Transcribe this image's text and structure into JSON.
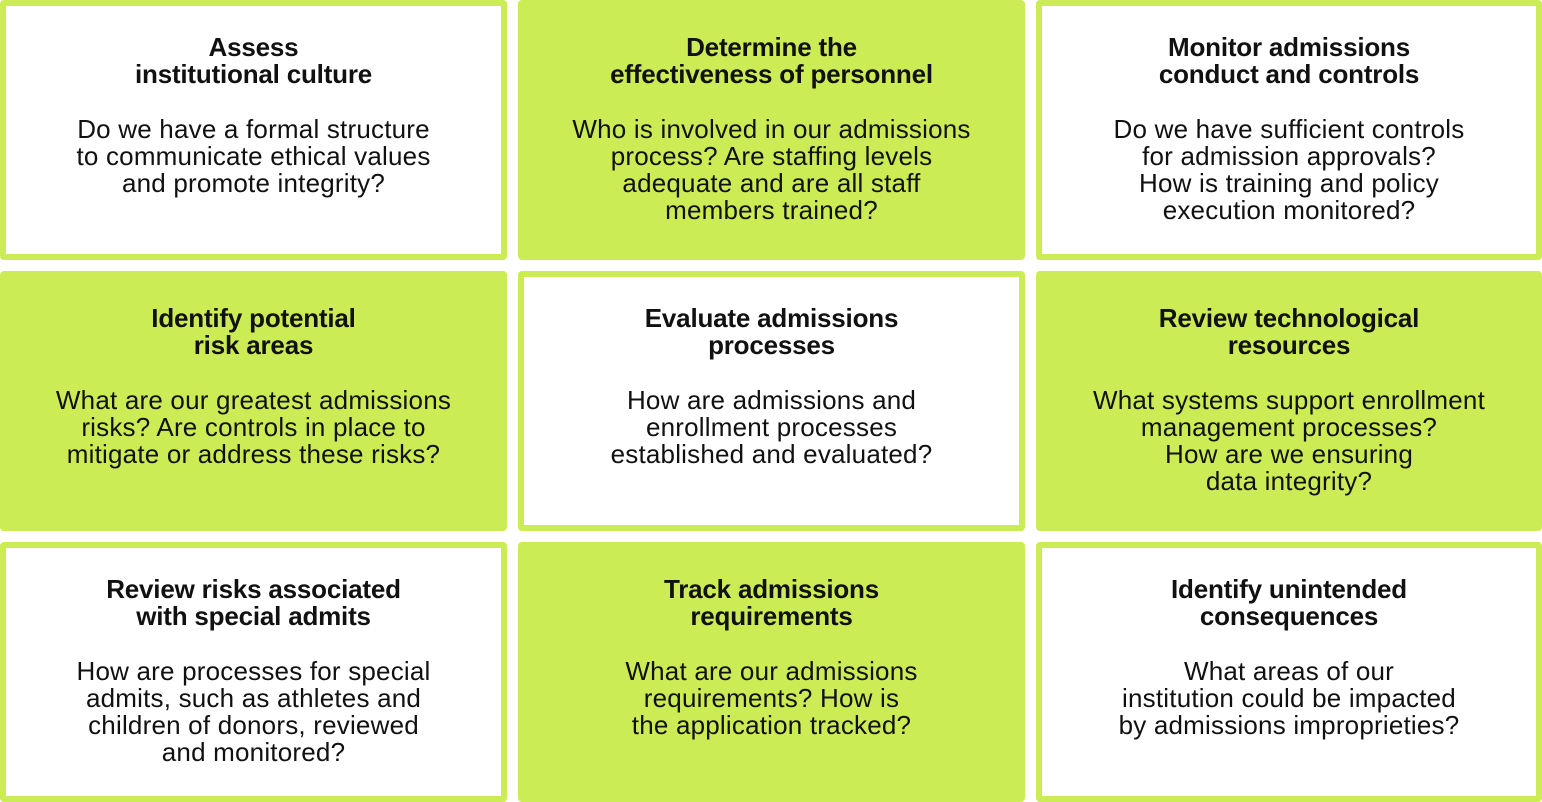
{
  "cards": [
    {
      "title": "Assess\ninstitutional culture",
      "body": "Do we have a formal structure\nto communicate ethical values\nand promote integrity?",
      "style": "white"
    },
    {
      "title": "Determine the\neffectiveness of personnel",
      "body": "Who is involved in our admissions\nprocess? Are staffing levels\nadequate and are all staff\nmembers trained?",
      "style": "green"
    },
    {
      "title": "Monitor admissions\nconduct and controls",
      "body": "Do we have sufficient controls\nfor admission approvals?\nHow is training and policy\nexecution monitored?",
      "style": "white"
    },
    {
      "title": "Identify potential\nrisk areas",
      "body": "What are our greatest admissions\nrisks? Are controls in place to\nmitigate or address these risks?",
      "style": "green"
    },
    {
      "title": "Evaluate admissions\nprocesses",
      "body": "How are admissions and\nenrollment processes\nestablished and evaluated?",
      "style": "white"
    },
    {
      "title": "Review technological\nresources",
      "body": "What systems support enrollment\nmanagement processes?\nHow are we ensuring\ndata integrity?",
      "style": "green"
    },
    {
      "title": "Review risks associated\nwith special admits",
      "body": "How are processes for special\nadmits, such as athletes and\nchildren of donors, reviewed\nand monitored?",
      "style": "white"
    },
    {
      "title": "Track admissions\nrequirements",
      "body": "What are our admissions\nrequirements? How is\nthe application tracked?",
      "style": "green"
    },
    {
      "title": "Identify unintended\nconsequences",
      "body": "What areas of our\ninstitution could be impacted\nby admissions improprieties?",
      "style": "white"
    }
  ],
  "colors": {
    "accent_green": "#ccec55",
    "text": "#111111",
    "background": "#ffffff"
  }
}
